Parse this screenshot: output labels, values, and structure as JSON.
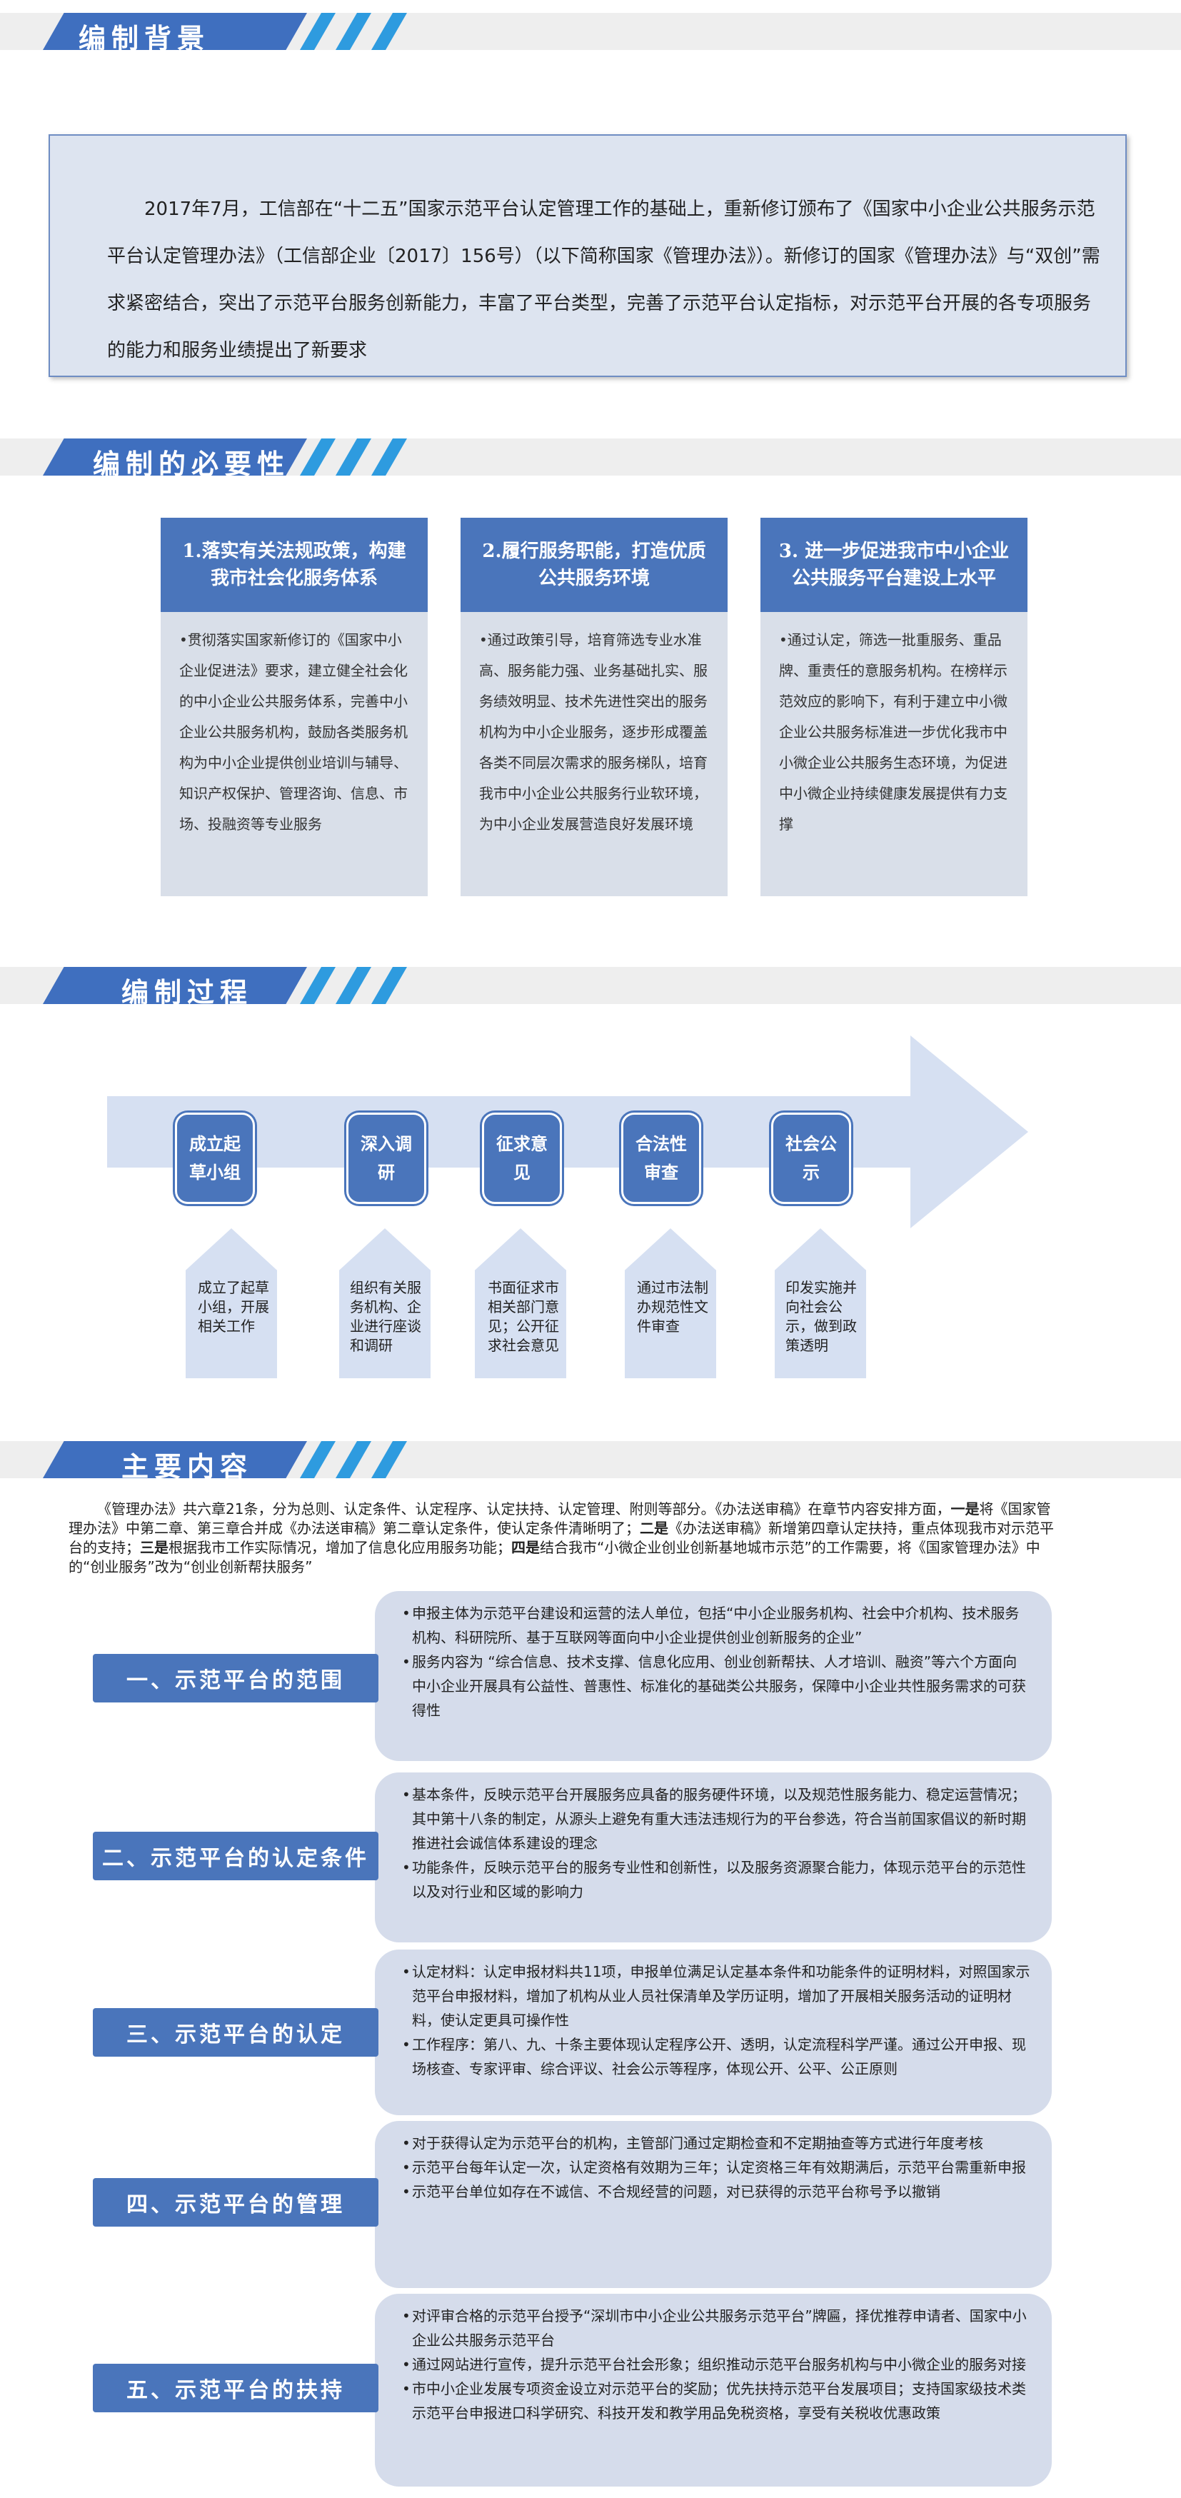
{
  "sections": {
    "background": {
      "title": "编制背景",
      "text": "2017年7月，工信部在“十二五”国家示范平台认定管理工作的基础上，重新修订颁布了《国家中小企业公共服务示范平台认定管理办法》（工信部企业〔2017〕156号）（以下简称国家《管理办法》）。新修订的国家《管理办法》与“双创”需求紧密结合，突出了示范平台服务创新能力，丰富了平台类型，完善了示范平台认定指标，对示范平台开展的各专项服务的能力和服务业绩提出了新要求"
    },
    "necessity": {
      "title": "编制的必要性",
      "cards": [
        {
          "head": "1.落实有关法规政策，构建我市社会化服务体系",
          "body": "•贯彻落实国家新修订的《国家中小企业促进法》要求，建立健全社会化的中小企业公共服务体系，完善中小企业公共服务机构，鼓励各类服务机构为中小企业提供创业培训与辅导、知识产权保护、管理咨询、信息、市场、投融资等专业服务"
        },
        {
          "head": "2.履行服务职能，打造优质公共服务环境",
          "body": "•通过政策引导，培育筛选专业水准高、服务能力强、业务基础扎实、服务绩效明显、技术先进性突出的服务机构为中小企业服务，逐步形成覆盖各类不同层次需求的服务梯队，培育我市中小企业公共服务行业软环境，为中小企业发展营造良好发展环境"
        },
        {
          "head": "3. 进一步促进我市中小企业公共服务平台建设上水平",
          "body": "•通过认定，筛选一批重服务、重品牌、重责任的意服务机构。在榜样示范效应的影响下，有利于建立中小微企业公共服务标准进一步优化我市中小微企业公共服务生态环境，为促进中小微企业持续健康发展提供有力支撑"
        }
      ]
    },
    "process": {
      "title": "编制过程",
      "steps": [
        {
          "label": "成立起草小组",
          "detail": "成立了起草小组，开展相关工作"
        },
        {
          "label": "深入调研",
          "detail": "组织有关服务机构、企业进行座谈和调研"
        },
        {
          "label": "征求意见",
          "detail": "书面征求市相关部门意见；公开征求社会意见"
        },
        {
          "label": "合法性审查",
          "detail": "通过市法制办规范性文件审查"
        },
        {
          "label": "社会公示",
          "detail": "印发实施并向社会公示，做到政策透明"
        }
      ]
    },
    "content": {
      "title": "主要内容",
      "intro_parts": [
        "《管理办法》共六章21条，分为总则、认定条件、认定程序、认定扶持、认定管理、附则等部分。《办法送审稿》在章节内容安排方面，",
        "一是",
        "将《国家管理办法》中第二章、第三章合并成《办法送审稿》第二章认定条件，使认定条件清晰明了；",
        "二是",
        "《办法送审稿》新增第四章认定扶持，重点体现我市对示范平台的支持；",
        "三是",
        "根据我市工作实际情况，增加了信息化应用服务功能；",
        "四是",
        "结合我市“小微企业创业创新基地城市示范”的工作需要，将《国家管理办法》中的“创业服务”改为“创业创新帮扶服务”"
      ],
      "categories": [
        {
          "label": "一、示范平台的范围",
          "items": [
            "申报主体为示范平台建设和运营的法人单位，包括“中小企业服务机构、社会中介机构、技术服务机构、科研院所、基于互联网等面向中小企业提供创业创新服务的企业”",
            "服务内容为 “综合信息、技术支撑、信息化应用、创业创新帮扶、人才培训、融资”等六个方面向中小企业开展具有公益性、普惠性、标准化的基础类公共服务，保障中小企业共性服务需求的可获得性"
          ]
        },
        {
          "label": "二、示范平台的认定条件",
          "items": [
            "基本条件，反映示范平台开展服务应具备的服务硬件环境，以及规范性服务能力、稳定运营情况；其中第十八条的制定，从源头上避免有重大违法违规行为的平台参选，符合当前国家倡议的新时期推进社会诚信体系建设的理念",
            "功能条件，反映示范平台的服务专业性和创新性，以及服务资源聚合能力，体现示范平台的示范性以及对行业和区域的影响力"
          ]
        },
        {
          "label": "三、示范平台的认定",
          "items": [
            "认定材料：认定申报材料共11项，申报单位满足认定基本条件和功能条件的证明材料，对照国家示范平台申报材料，增加了机构从业人员社保清单及学历证明，增加了开展相关服务活动的证明材料，使认定更具可操作性",
            "工作程序：第八、九、十条主要体现认定程序公开、透明，认定流程科学严谨。通过公开申报、现场核查、专家评审、综合评议、社会公示等程序，体现公开、公平、公正原则"
          ]
        },
        {
          "label": "四、示范平台的管理",
          "items": [
            "对于获得认定为示范平台的机构，主管部门通过定期检查和不定期抽查等方式进行年度考核",
            "示范平台每年认定一次，认定资格有效期为三年；认定资格三年有效期满后，示范平台需重新申报",
            "示范平台单位如存在不诚信、不合规经营的问题，对已获得的示范平台称号予以撤销"
          ]
        },
        {
          "label": "五、示范平台的扶持",
          "items": [
            "对评审合格的示范平台授予“深圳市中小企业公共服务示范平台”牌匾，择优推荐申请者、国家中小企业公共服务示范平台",
            "通过网站进行宣传，提升示范平台社会形象；组织推动示范平台服务机构与中小微企业的服务对接",
            "市中小企业发展专项资金设立对示范平台的奖励；优先扶持示范平台发展项目；支持国家级技术类示范平台申报进口科学研究、科技开发和教学用品免税资格，享受有关税收优惠政策"
          ]
        }
      ]
    }
  },
  "colors": {
    "primary": "#4a75bb",
    "accent": "#2e9bdf",
    "panel": "#d5dceb"
  }
}
